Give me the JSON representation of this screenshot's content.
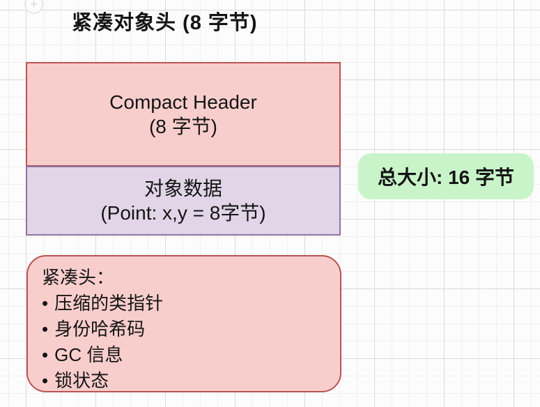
{
  "title": "紧凑对象头 (8 字节)",
  "canvas": {
    "add_button": "+"
  },
  "memory_layout": {
    "header_box": {
      "line1": "Compact Header",
      "line2": "(8 字节)"
    },
    "data_box": {
      "line1": "对象数据",
      "line2": "(Point: x,y = 8字节)"
    }
  },
  "total_size_badge": {
    "text": "总大小: 16 字节"
  },
  "details_box": {
    "heading": "紧凑头：",
    "bullet": "•",
    "items": [
      "压缩的类指针",
      "身份哈希码",
      "GC 信息",
      "锁状态"
    ]
  },
  "colors": {
    "header_box_fill": "#f8cecc",
    "header_box_border": "#b85450",
    "data_box_fill": "#e1d5e7",
    "data_box_border": "#8f73a2",
    "badge_fill": "#c9f4c9",
    "details_fill": "#f8cecc",
    "details_border": "#b85450",
    "text": "#141414"
  }
}
